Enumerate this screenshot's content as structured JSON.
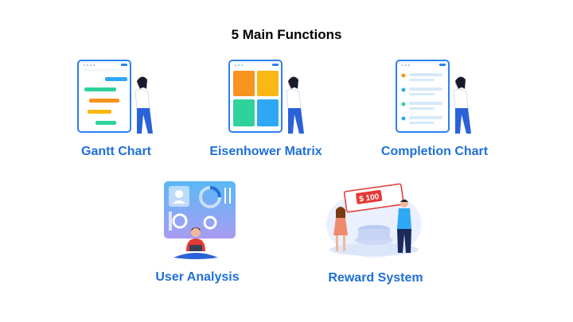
{
  "title": "5 Main Functions",
  "functions": [
    {
      "label": "Gantt Chart",
      "icon": "gantt-chart-icon"
    },
    {
      "label": "Eisenhower Matrix",
      "icon": "eisenhower-matrix-icon"
    },
    {
      "label": "Completion Chart",
      "icon": "completion-chart-icon"
    },
    {
      "label": "User Analysis",
      "icon": "user-analysis-icon"
    },
    {
      "label": "Reward System",
      "icon": "reward-system-icon",
      "cheque_text": "$ 100"
    }
  ],
  "colors": {
    "label": "#1f6fd8",
    "device_border": "#2f80ed",
    "matrix_orange": "#f7931e",
    "matrix_yellow": "#fbb713",
    "matrix_green": "#2fd39a",
    "matrix_blue": "#2ea8f5",
    "person_blue": "#2b62d9",
    "reward_red": "#e53935"
  }
}
